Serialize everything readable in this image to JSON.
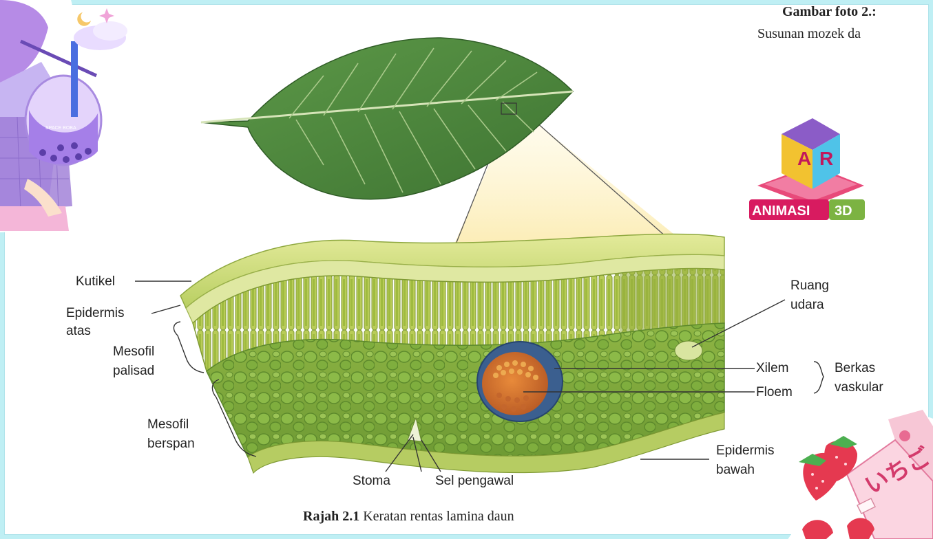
{
  "header": {
    "photo_title": "Gambar foto 2.:",
    "photo_subtitle": "Susunan mozek da"
  },
  "labels": {
    "kutikel": "Kutikel",
    "epidermis_atas_1": "Epidermis",
    "epidermis_atas_2": "atas",
    "mesofil_palisad_1": "Mesofil",
    "mesofil_palisad_2": "palisad",
    "mesofil_berspan_1": "Mesofil",
    "mesofil_berspan_2": "berspan",
    "stoma": "Stoma",
    "sel_pengawal": "Sel pengawal",
    "ruang_udara_1": "Ruang",
    "ruang_udara_2": "udara",
    "xilem": "Xilem",
    "floem": "Floem",
    "berkas_vaskular_1": "Berkas",
    "berkas_vaskular_2": "vaskular",
    "epidermis_bawah_1": "Epidermis",
    "epidermis_bawah_2": "bawah"
  },
  "caption": {
    "number": "Rajah 2.1",
    "text": "Keratan rentas lamina daun"
  },
  "badge": {
    "cube_left": "A",
    "cube_right": "R",
    "wordmark_left": "ANIMASI",
    "wordmark_right": "3D"
  },
  "stickers": {
    "bag_text": "SPACE BOBA",
    "carton_text": "いちご"
  },
  "colors": {
    "page_border": "#bfeff4",
    "leaf_green": "#4e8a3d",
    "tissue_green": "#a9c24f",
    "cell_green": "#7fa83a",
    "vascular_blue": "#3b5f8f",
    "xylem_orange": "#d9702a"
  }
}
